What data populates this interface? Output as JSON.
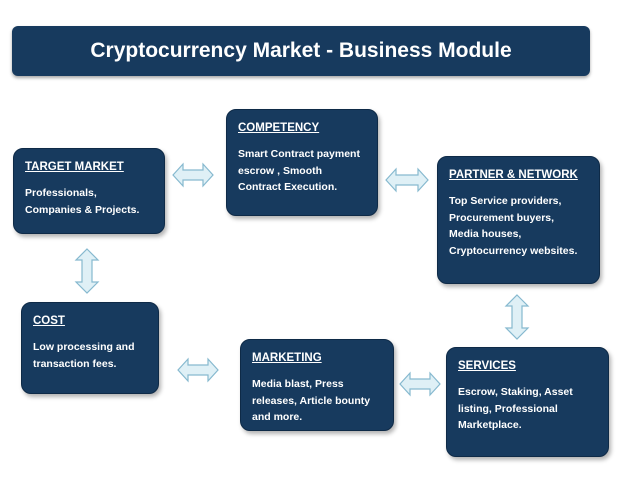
{
  "title": "Cryptocurrency Market - Business Module",
  "boxes": {
    "target_market": {
      "heading": "TARGET MARKET",
      "body": "Professionals,\nCompanies & Projects."
    },
    "competency": {
      "heading": "COMPETENCY",
      "body": "Smart Contract payment\nescrow , Smooth\nContract Execution."
    },
    "partner_network": {
      "heading": "PARTNER & NETWORK",
      "body": "Top Service providers,\nProcurement buyers,\nMedia houses,\nCryptocurrency websites."
    },
    "cost": {
      "heading": "COST",
      "body": "Low processing and\ntransaction fees."
    },
    "marketing": {
      "heading": "MARKETING",
      "body": "Media blast, Press\nreleases, Article bounty\nand more."
    },
    "services": {
      "heading": "SERVICES",
      "body": "Escrow, Staking, Asset\nlisting, Professional\nMarketplace."
    }
  },
  "colors": {
    "box_fill": "#173a5e",
    "arrow_fill": "#dff0f6",
    "arrow_stroke": "#86b9cf"
  }
}
